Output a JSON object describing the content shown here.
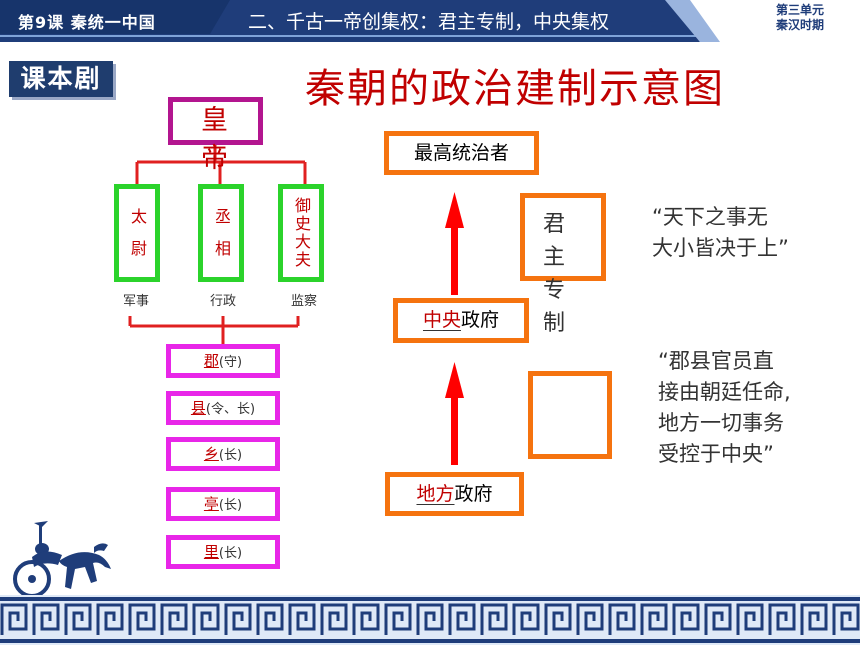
{
  "header": {
    "lesson": "第9课 秦统一中国",
    "section": "二、千古一帝创集权：君主专制，中央集权",
    "unit_line1": "第三单元",
    "unit_line2": "秦汉时期"
  },
  "badge": "课本剧",
  "title": "秦朝的政治建制示意图",
  "org": {
    "emperor": "皇 帝",
    "officials": [
      {
        "name": "太尉",
        "duty": "军事"
      },
      {
        "name": "丞相",
        "duty": "行政"
      },
      {
        "name": "御史大夫",
        "duty": "监察"
      }
    ],
    "local_levels": [
      {
        "name": "郡",
        "suffix": "(守)"
      },
      {
        "name": "县",
        "suffix": "(令、长)"
      },
      {
        "name": "乡",
        "suffix": "(长)"
      },
      {
        "name": "亭",
        "suffix": "(长)"
      },
      {
        "name": "里",
        "suffix": "(长)"
      }
    ]
  },
  "flow": {
    "top": "最高统治者",
    "central_fill": "中央",
    "central_label": "政府",
    "local_fill": "地方",
    "local_label": "政府",
    "autocracy": "君主专制"
  },
  "quotes": {
    "q1": [
      "“天下之事无",
      "大小皆决于上”"
    ],
    "q2": [
      "“郡县官员直",
      "接由朝廷任命,",
      "地方一切事务",
      "受控于中央”"
    ]
  },
  "colors": {
    "header_blue": "#1f3d7a",
    "title_red": "#c00000",
    "magenta": "#b3158f",
    "green": "#2bd32b",
    "pink": "#e826e8",
    "orange": "#f5730f",
    "arrow_red": "#ff0000"
  }
}
